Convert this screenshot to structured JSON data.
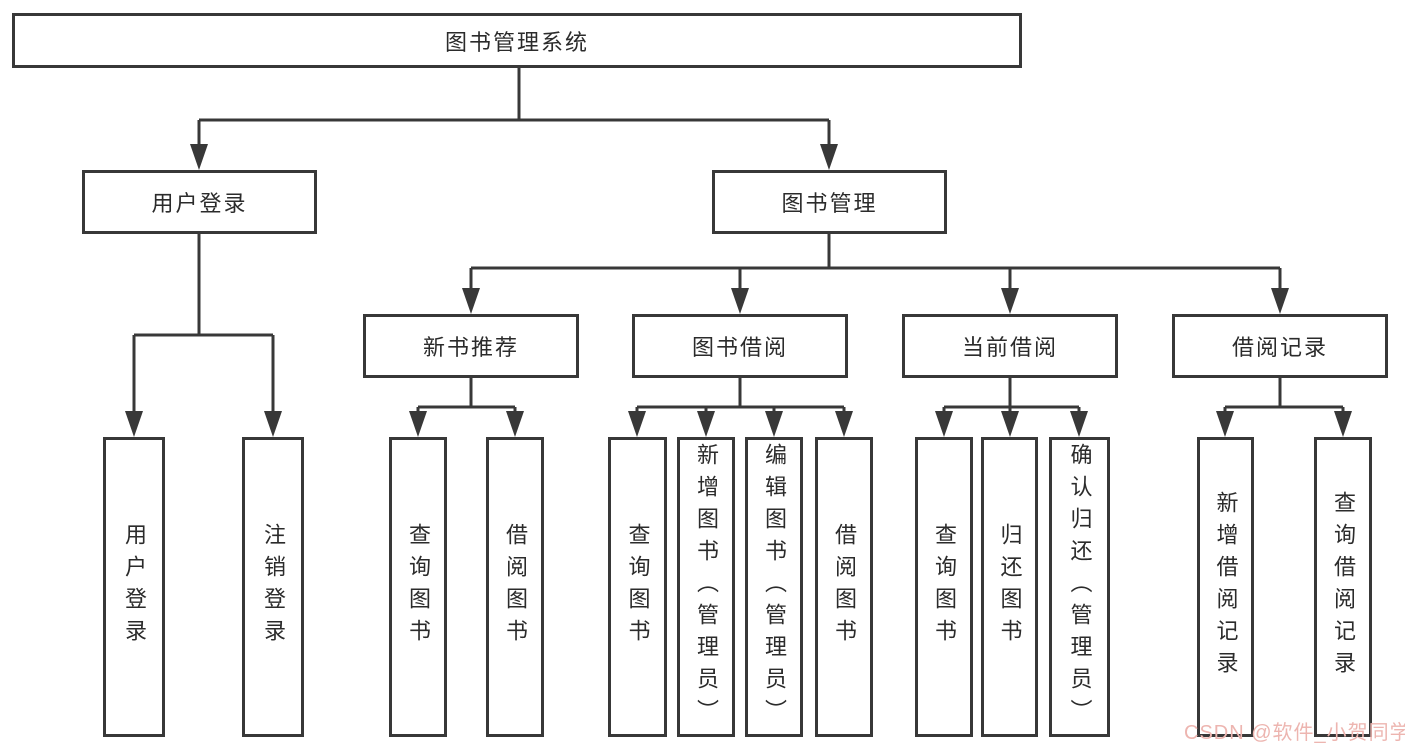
{
  "diagram": {
    "root": {
      "label": "图书管理系统"
    },
    "level1": [
      {
        "label": "用户登录",
        "children": [
          {
            "label": "用户登录"
          },
          {
            "label": "注销登录"
          }
        ]
      },
      {
        "label": "图书管理",
        "children": [
          {
            "label": "新书推荐",
            "children": [
              {
                "label": "查询图书"
              },
              {
                "label": "借阅图书"
              }
            ]
          },
          {
            "label": "图书借阅",
            "children": [
              {
                "label": "查询图书"
              },
              {
                "label": "新增图书（管理员）"
              },
              {
                "label": "编辑图书（管理员）"
              },
              {
                "label": "借阅图书"
              }
            ]
          },
          {
            "label": "当前借阅",
            "children": [
              {
                "label": "查询图书"
              },
              {
                "label": "归还图书"
              },
              {
                "label": "确认归还（管理员）"
              }
            ]
          },
          {
            "label": "借阅记录",
            "children": [
              {
                "label": "新增借阅记录"
              },
              {
                "label": "查询借阅记录"
              }
            ]
          }
        ]
      }
    ]
  },
  "watermark": {
    "text": "CSDN @软件_小贺同学",
    "color": "#edb5b0"
  },
  "colors": {
    "line": "#383838",
    "text": "#2b2b2b",
    "background": "#ffffff"
  }
}
